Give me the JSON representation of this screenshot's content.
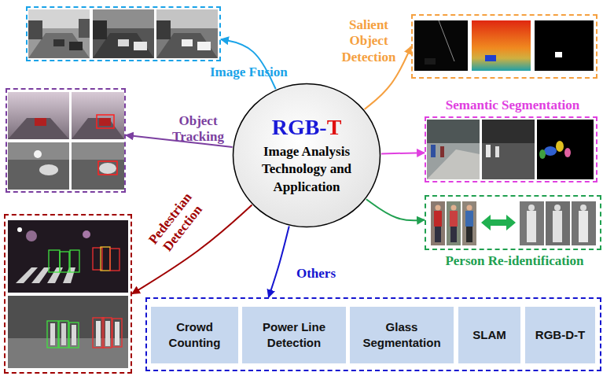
{
  "diagram": {
    "nodes": [
      {
        "text": [
          "Image Fusion"
        ]
      },
      {
        "text": [
          "Salient Object Detection"
        ]
      },
      {
        "text": [
          "Object Tracking"
        ]
      },
      {
        "text": [
          "RGB-T",
          "Image Analysis Technology and Application"
        ]
      },
      {
        "text": [
          "Semantic Segmentation"
        ]
      },
      {
        "text": [
          "Person Re-identification"
        ]
      },
      {
        "text": [
          "Pedestrian Detection"
        ]
      },
      {
        "text": [
          "Others"
        ]
      },
      {
        "text": [
          "Crowd Counting"
        ],
        "in": 7
      },
      {
        "text": [
          "Power Line Detection"
        ],
        "in": 7
      },
      {
        "text": [
          "Glass Segmentation"
        ],
        "in": 7
      },
      {
        "text": [
          "SLAM"
        ],
        "in": 7
      },
      {
        "text": [
          "RGB-D-T"
        ],
        "in": 7
      }
    ],
    "edges": [
      {
        "from": 3,
        "to": 0,
        "arrow": "to"
      },
      {
        "from": 3,
        "to": 1,
        "arrow": "to"
      },
      {
        "from": 3,
        "to": 2,
        "arrow": "to"
      },
      {
        "from": 3,
        "to": 4,
        "arrow": "to"
      },
      {
        "from": 3,
        "to": 5,
        "arrow": "to"
      },
      {
        "from": 3,
        "to": 6,
        "arrow": "to"
      },
      {
        "from": 3,
        "to": 7,
        "arrow": "to"
      }
    ]
  }
}
